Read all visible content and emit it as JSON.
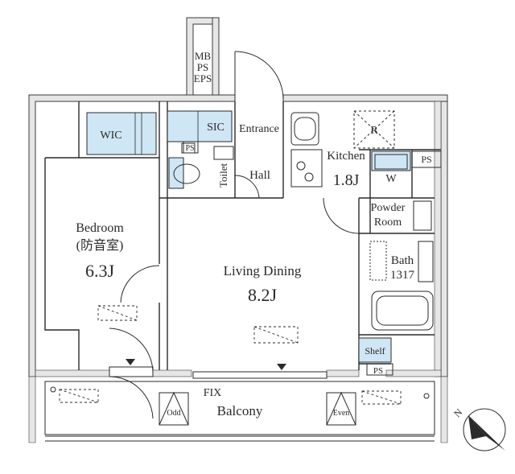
{
  "labels": {
    "mb": "MB",
    "ps_shaft": "PS",
    "eps": "EPS",
    "wic": "WIC",
    "sic": "SIC",
    "entrance": "Entrance",
    "ps_closet": "PS",
    "toilet": "Toilet",
    "hall": "Hall",
    "kitchen": "Kitchen",
    "kitchen_size": "1.8J",
    "fridge": "R",
    "washer": "W",
    "ps_kitchen": "PS",
    "powder_room_1": "Powder",
    "powder_room_2": "Room",
    "bedroom": "Bedroom",
    "bedroom_sub": "(防音室)",
    "bedroom_size": "6.3J",
    "living_dining": "Living Dining",
    "living_size": "8.2J",
    "bath": "Bath",
    "bath_size": "1317",
    "shelf": "Shelf",
    "ps_shelf": "PS",
    "fix": "FIX",
    "balcony": "Balcony",
    "odd": "Odd",
    "even": "Even",
    "north": "N"
  },
  "colors": {
    "wall": "#e6e6e6",
    "wall_line": "#3a3a3a",
    "storage": "#cfe6f4",
    "line": "#2a2a2a"
  }
}
